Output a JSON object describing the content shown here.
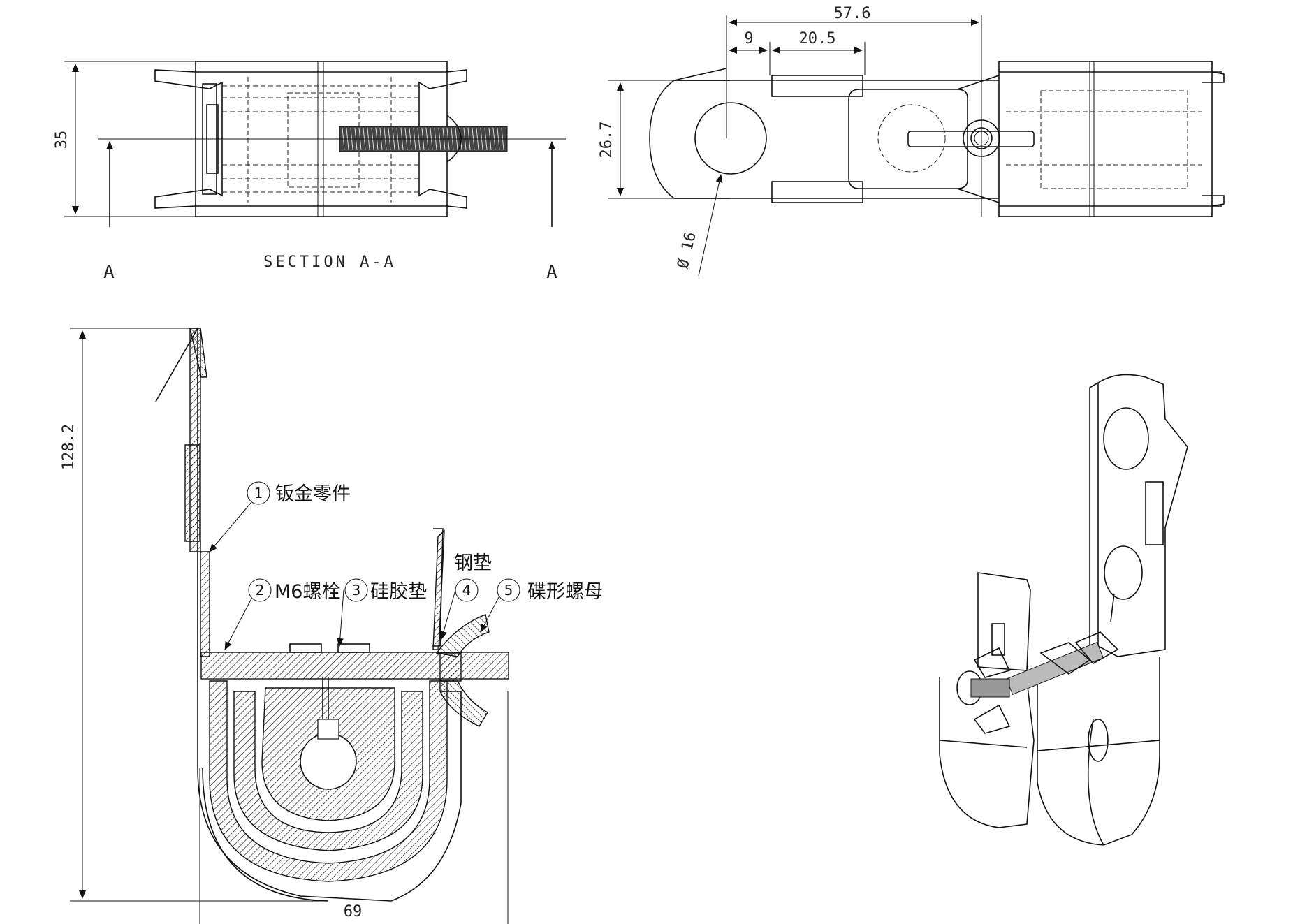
{
  "section_title": "SECTION A-A",
  "section_marks": [
    "A",
    "A"
  ],
  "dimensions": {
    "section_height": "35",
    "overall_length": "57.6",
    "offset": "9",
    "slot_width": "20.5",
    "plate_height": "26.7",
    "hole_diameter": "Ø 16",
    "total_height": "128.2",
    "total_width": "69"
  },
  "parts": [
    {
      "number": "1",
      "label": "钣金零件"
    },
    {
      "number": "2",
      "label": "M6螺栓"
    },
    {
      "number": "3",
      "label": "硅胶垫"
    },
    {
      "number": "4",
      "label": "钢垫"
    },
    {
      "number": "5",
      "label": "碟形螺母"
    }
  ]
}
